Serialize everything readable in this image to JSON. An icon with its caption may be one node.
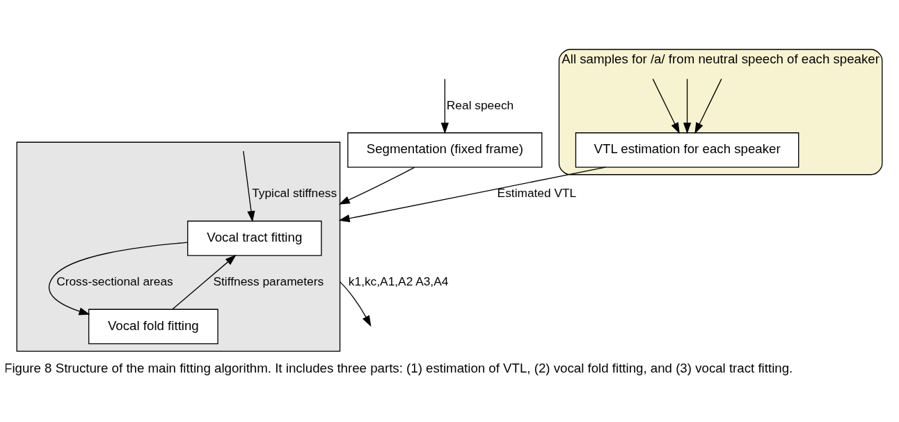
{
  "diagram": {
    "caption": "Figure 8 Structure of the main fitting algorithm. It includes three parts: (1) estimation of VTL, (2) vocal fold fitting, and (3) vocal tract fitting.",
    "nodes": [
      {
        "text": [
          "All samples for /a/ from neutral speech of each speaker"
        ]
      },
      {
        "text": [
          "VTL estimation for each speaker"
        ],
        "in": 0
      },
      {
        "text": [],
        "shape": "box"
      },
      {
        "text": [
          "Vocal tract fitting"
        ],
        "in": 2
      },
      {
        "text": [
          "Vocal fold fitting"
        ],
        "in": 2
      },
      {
        "text": [
          "Segmentation (fixed frame)"
        ]
      }
    ],
    "edges": [
      {
        "from": null,
        "to": 1,
        "arrow": "to"
      },
      {
        "from": null,
        "to": 1,
        "arrow": "to"
      },
      {
        "from": null,
        "to": 1,
        "arrow": "to"
      },
      {
        "from": 1,
        "to": 2,
        "arrow": "to",
        "label": "Estimated VTL"
      },
      {
        "from": null,
        "to": 5,
        "arrow": "to",
        "label": "Real speech"
      },
      {
        "from": 5,
        "to": 2,
        "arrow": "to"
      },
      {
        "from": null,
        "to": 3,
        "arrow": "to",
        "label": "Typical stiffness"
      },
      {
        "from": 3,
        "to": 4,
        "arrow": "to",
        "label": "Cross-sectional areas"
      },
      {
        "from": 4,
        "to": 3,
        "arrow": "to",
        "label": "Stiffness parameters"
      },
      {
        "from": 2,
        "to": null,
        "arrow": "to",
        "label": "k1,kc,A1,A2 A3,A4"
      }
    ]
  }
}
